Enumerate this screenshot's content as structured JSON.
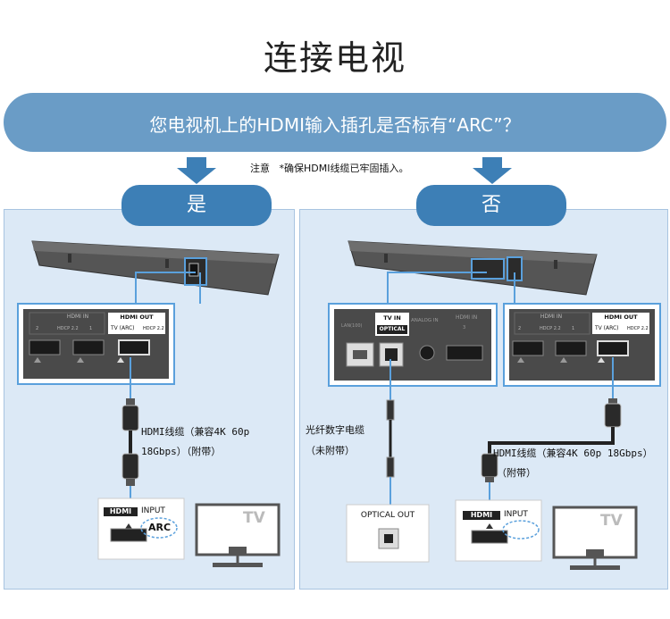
{
  "title": "连接电视",
  "question": "您电视机上的HDMI输入插孔是否标有“ARC”？",
  "note": "注意   *确保HDMI线缆已牢固插入。",
  "yes": {
    "label": "是",
    "port_labels": {
      "hdmi_in": "HDMI IN",
      "hdcp_in": "HDCP 2.2",
      "port_2": "2",
      "port_1": "1",
      "hdmi_out": "HDMI OUT",
      "tv_arc": "TV (ARC)",
      "hdcp_out": "HDCP 2.2"
    },
    "cable_line1": "HDMI线缆（兼容4K 60p",
    "cable_line2": "18Gbps）（附带）",
    "tv_input": "INPUT",
    "hdmi_logo": "HDMI",
    "arc": "ARC",
    "tv_text": "TV"
  },
  "no": {
    "label": "否",
    "port_labels": {
      "lan": "LAN(100)",
      "tv_in": "TV IN",
      "optical": "OPTICAL",
      "analog_in": "ANALOG IN",
      "hdmi_in_small": "HDMI IN",
      "port_3": "3",
      "hdmi_in": "HDMI IN",
      "hdcp_in": "HDCP 2.2",
      "port_2": "2",
      "port_1": "1",
      "hdmi_out": "HDMI OUT",
      "tv_arc": "TV (ARC)",
      "hdcp_out": "HDCP 2.2"
    },
    "optical_line1": "光纤数字电缆",
    "optical_line2": "（未附带）",
    "cable_line1": "HDMI线缆（兼容4K 60p 18Gbps）",
    "cable_line2": "（附带）",
    "optical_out": "OPTICAL OUT",
    "tv_input": "INPUT",
    "hdmi_logo": "HDMI",
    "tv_text": "TV"
  },
  "colors": {
    "banner": "#6a9cc6",
    "pill": "#3d7fb6",
    "panel": "#dce9f6",
    "highlight": "#5aa0dc",
    "device": "#4a4a4a"
  }
}
